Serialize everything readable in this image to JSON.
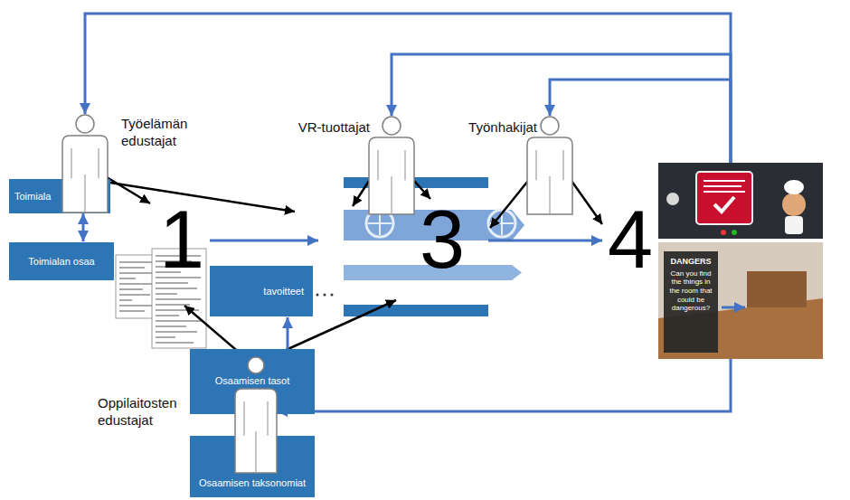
{
  "diagram": {
    "nodes": [
      {
        "text": [
          "Työelämän edustajat"
        ]
      },
      {
        "text": [
          "Toimiala"
        ]
      },
      {
        "text": [
          "Toimialan osaa"
        ]
      },
      {
        "text": [
          "tavoitteet"
        ]
      },
      {
        "text": [
          "VR-tuottajat"
        ]
      },
      {
        "text": [
          "Työnhakijat"
        ]
      },
      {
        "text": [
          "DANGERS",
          "Can you find the things in the room that could be dangerous?"
        ]
      },
      {
        "text": [
          "Osaamisen tasot"
        ]
      },
      {
        "text": [
          "Oppilaitosten edustajat"
        ]
      },
      {
        "text": [
          "Osaamisen taksonomiat"
        ]
      }
    ],
    "edges": [
      {
        "from": 1,
        "to": 2,
        "arrow": "both"
      },
      {
        "from": 7,
        "to": 3,
        "arrow": "to"
      },
      {
        "from": 6,
        "to": 0,
        "arrow": "to"
      },
      {
        "from": 6,
        "to": 4,
        "arrow": "to"
      },
      {
        "from": 6,
        "to": 5,
        "arrow": "to"
      },
      {
        "from": 6,
        "to": 8,
        "arrow": "to"
      }
    ],
    "labels": [
      "1",
      "3",
      "4"
    ]
  }
}
